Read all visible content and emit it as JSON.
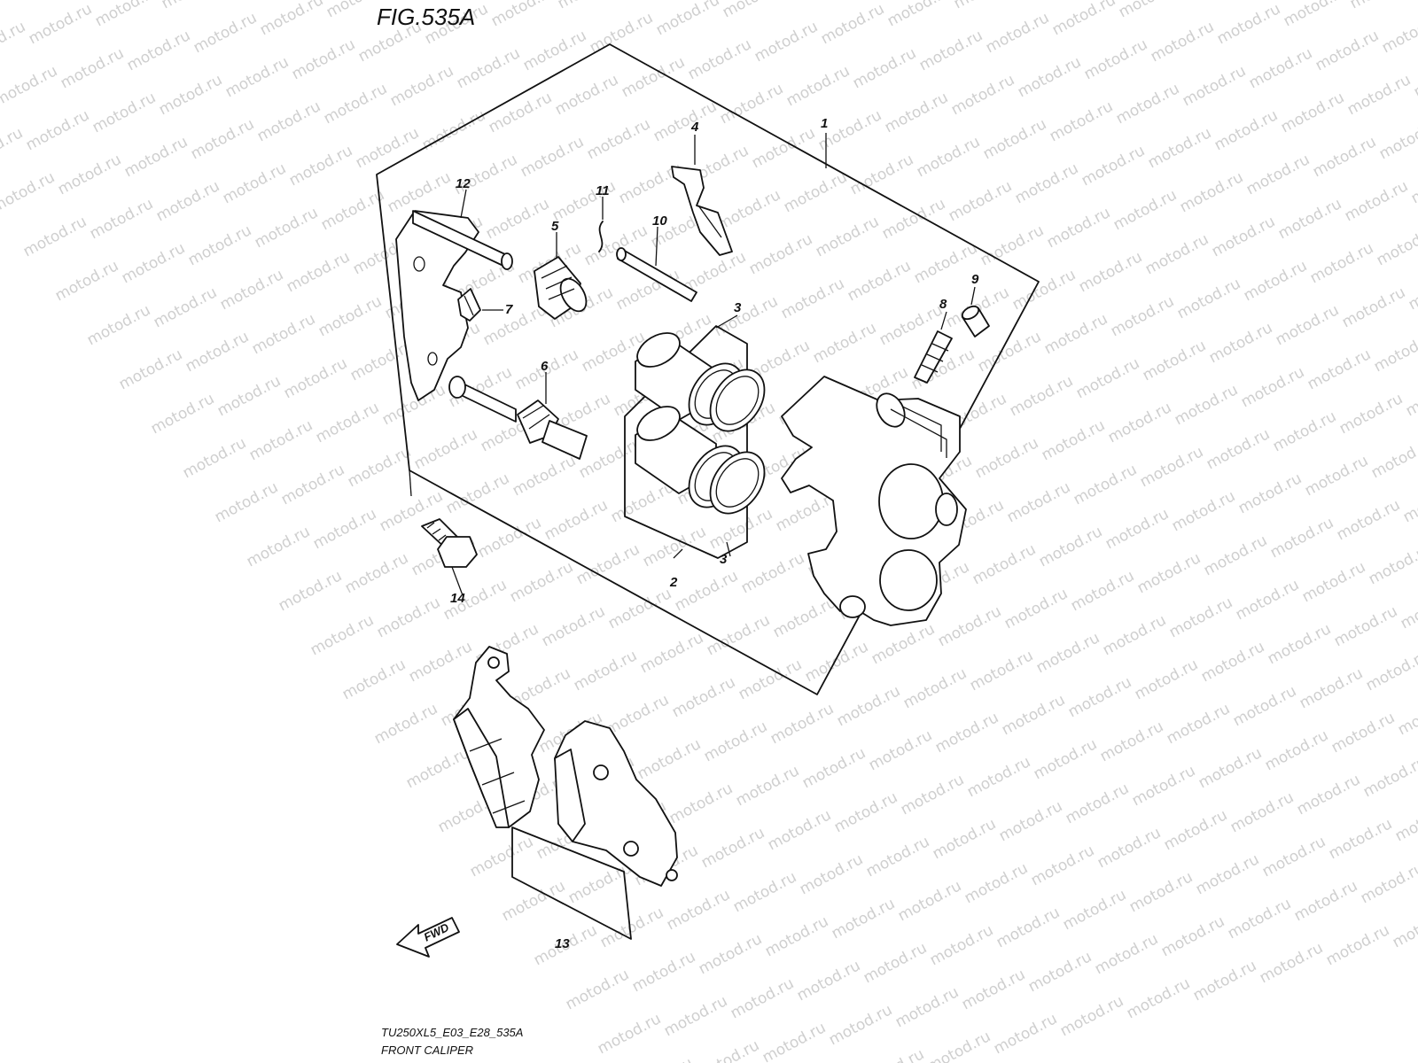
{
  "figure": {
    "title": "FIG.535A",
    "watermark_text": "motod.ru",
    "direction_label": "FWD",
    "code": "TU250XL5_E03_E28_535A",
    "name": "FRONT CALIPER"
  },
  "callouts": [
    "1",
    "2",
    "3",
    "3",
    "4",
    "5",
    "6",
    "7",
    "8",
    "9",
    "10",
    "11",
    "12",
    "13",
    "14"
  ],
  "colors": {
    "line": "#111111",
    "watermark": "#cfcfcf",
    "background": "#ffffff"
  }
}
